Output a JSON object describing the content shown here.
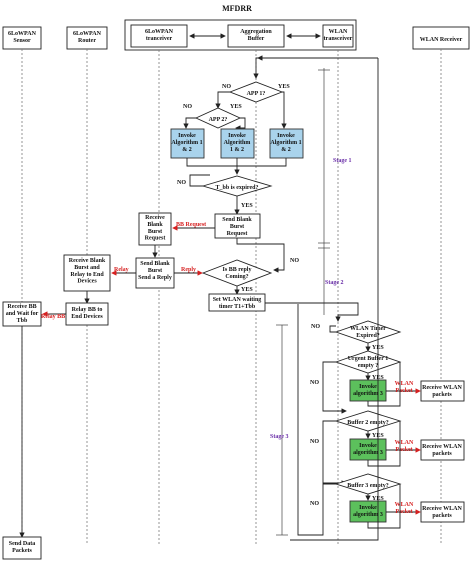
{
  "title": "MFDRR",
  "lanes": {
    "sensor": "6LoWPAN\nSensor",
    "router": "6LoWPAN\nRouter",
    "tx6lowpan": "6LoWPAN\ntranceiver",
    "aggregation": "Aggregation\nBuffer",
    "txwlan": "WLAN\ntransceiver",
    "receiver": "WLAN Receiver"
  },
  "nodes": {
    "app1": "APP 1?",
    "app2": "APP 2?",
    "alg12a": "Invoke\nAlgorithm 1\n& 2",
    "alg12b": "Invoke\nAlgorithm\n1 & 2",
    "alg12c": "Invoke\nAlgorithm 1\n& 2",
    "tbb": "T_bb is expired?",
    "rcv_blank": "Receive\nBlank\nBurst\nRequest",
    "send_blank": "Send Blank\nBurst\nRequest",
    "rcv_relay": "Receive Blank\nBurst and\nRelay to End\nDevices",
    "send_reply": "Send Blank\nBurst\nSend a Reply",
    "bb_coming": "Is BB reply\nComing?",
    "set_timer": "Set WLAN waiting\ntimer T1+Tbb",
    "rcv_bb_wait": "Receive BB\nand Wait for\nTbb",
    "relay_end": "Relay BB to\nEnd Devices",
    "send_data": "Send Data\nPackets",
    "wlan_timer": "WLAN Timer\nExpired?",
    "urgent": "Urgent  Buffer 1\nempty ?",
    "alg3a": "Invoke\nalgorithm 3",
    "buf2": "Buffer 2 empty?",
    "alg3b": "Invoke\nalgorithm 3",
    "buf3": "Buffer 3 empty?",
    "alg3c": "Invoke\nalgorithm 3",
    "recv1": "Receive WLAN\npackets",
    "recv2": "Receive WLAN\npackets",
    "recv3": "Receive WLAN\npackets"
  },
  "labels": {
    "no": "NO",
    "yes": "YES",
    "bb_request": "BB Request",
    "reply": "Reply",
    "relay": "Relay",
    "relay_bb": "Relay BB",
    "wlan_packet": "WLAN\nPacket",
    "stage1": "Stage 1",
    "stage2": "Stage 2",
    "stage3": "Stage 3"
  },
  "colors": {
    "blue_box": "#a9d3ec",
    "green_box": "#5cc05c",
    "message_red": "#d62020",
    "stage_purple": "#6a2fa8"
  }
}
